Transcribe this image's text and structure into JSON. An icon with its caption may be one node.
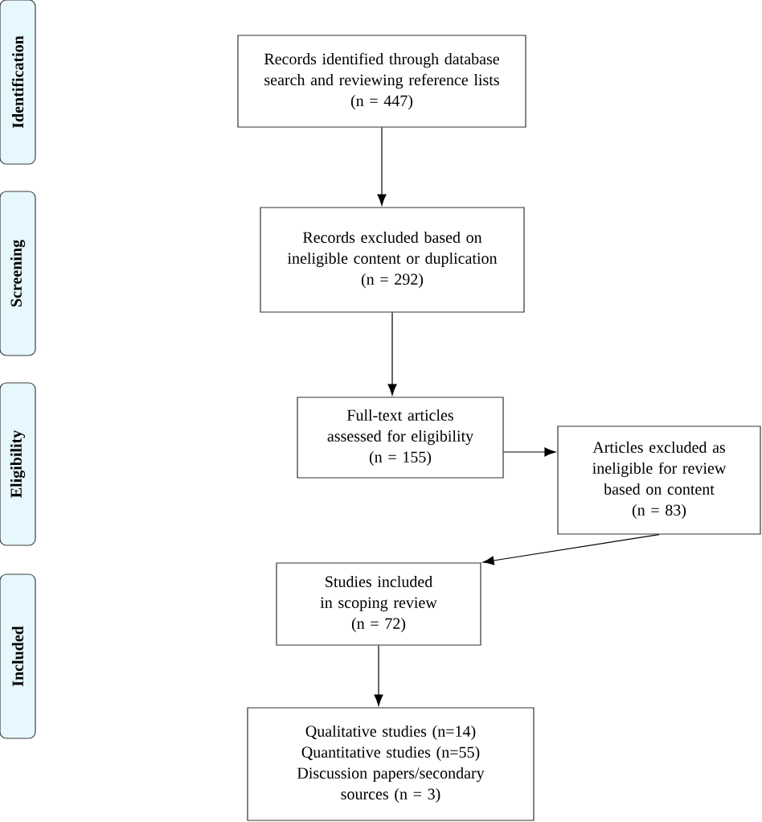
{
  "diagram": {
    "nodes": [
      {
        "text": [
          "Identification"
        ]
      },
      {
        "text": [
          "Screening"
        ]
      },
      {
        "text": [
          "Eligibility"
        ]
      },
      {
        "text": [
          "Included"
        ]
      },
      {
        "text": [
          "Records identified through database search and reviewing reference lists",
          "(n = 447)"
        ]
      },
      {
        "text": [
          "Records excluded based on ineligible content or duplication",
          "(n = 292)"
        ]
      },
      {
        "text": [
          "Full-text articles assessed for eligibility",
          "(n = 155)"
        ]
      },
      {
        "text": [
          "Articles excluded as ineligible for review based on content",
          "(n = 83)"
        ]
      },
      {
        "text": [
          "Studies included in scoping review",
          "(n = 72)"
        ]
      },
      {
        "text": [
          "Qualitative studies (n=14)",
          "Quantitative studies (n=55)",
          "Discussion papers/secondary sources (n = 3)"
        ]
      }
    ],
    "edges": [
      {
        "from": 4,
        "to": 5,
        "arrow": "to"
      },
      {
        "from": 5,
        "to": 6,
        "arrow": "to"
      },
      {
        "from": 6,
        "to": 7,
        "arrow": "to"
      },
      {
        "from": 7,
        "to": 8,
        "arrow": "to"
      },
      {
        "from": 8,
        "to": 9,
        "arrow": "to"
      }
    ]
  }
}
